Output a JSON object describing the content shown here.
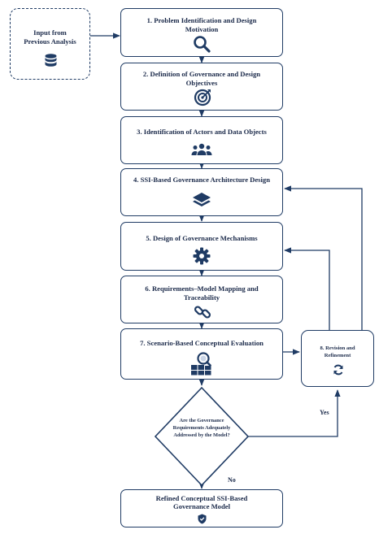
{
  "input_box": {
    "label": "Input from Previous Analysis",
    "icon": "database-icon"
  },
  "steps": [
    {
      "label": "1.  Problem Identification and Design Motivation",
      "icon": "search-icon"
    },
    {
      "label": "2. Definition of Governance and Design Objectives",
      "icon": "target-icon"
    },
    {
      "label": "3. Identification of Actors and Data Objects",
      "icon": "users-icon"
    },
    {
      "label": "4. SSI-Based Governance Architecture Design",
      "icon": "layers-icon"
    },
    {
      "label": "5. Design of Governance Mechanisms",
      "icon": "gear-icon"
    },
    {
      "label": "6. Requirements–Model Mapping and Traceability",
      "icon": "link-icon"
    },
    {
      "label": "7. Scenario-Based Conceptual Evaluation",
      "icon": "blocks-search-icon"
    }
  ],
  "revision_box": {
    "label": "8. Revision and Refinement",
    "icon": "refresh-icon"
  },
  "decision": {
    "label": "Are the Governance Requirements Adequately Addressed by the Model?"
  },
  "yes_label": "Yes",
  "no_label": "No",
  "final_box": {
    "label": "Refined Conceptual SSI-Based Governance Model",
    "icon": "shield-icon"
  },
  "colors": {
    "stroke": "#1f3b64",
    "icon": "#1f3b64",
    "text": "#1b2a4a"
  }
}
